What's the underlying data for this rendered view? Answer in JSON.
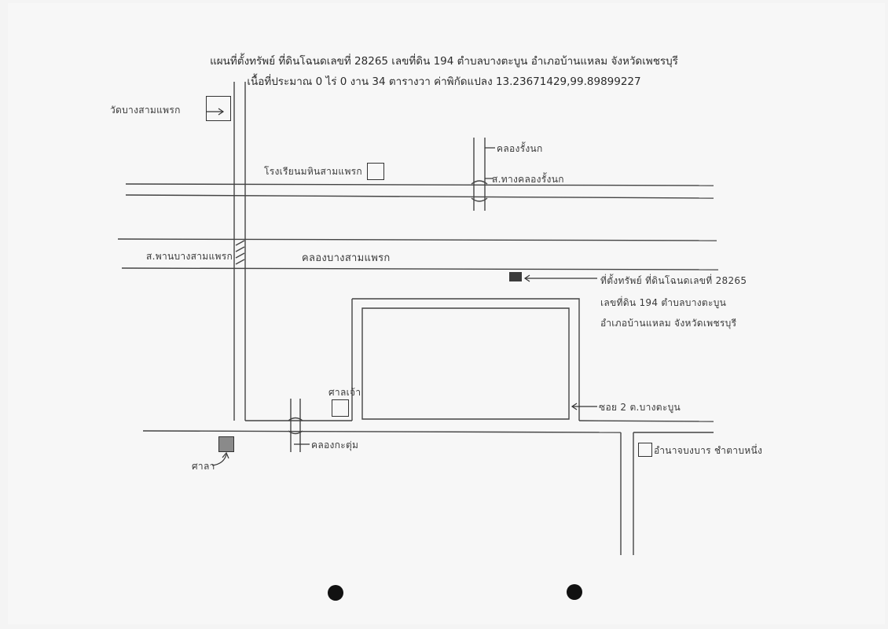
{
  "header": {
    "line1": "แผนที่ตั้งทรัพย์ ที่ดินโฉนดเลขที่ 28265 เลขที่ดิน 194 ตำบลบางตะบูน อำเภอบ้านแหลม จังหวัดเพชรบุรี",
    "line2": "เนื้อที่ประมาณ 0 ไร่ 0 งาน 34 ตารางวา ค่าพิกัดแปลง 13.23671429,99.89899227"
  },
  "labels": {
    "temple": "วัดบางสามแพรก",
    "school": "โรงเรียนมหินสามแพรก",
    "canal_north": "คลองรั้งนก",
    "station_north": "ส.ทางคลองรั้งนก",
    "station_west": "ส.พานบางสามแพรก",
    "canal_main": "คลองบางสามแพรก",
    "property_line1": "ที่ตั้งทรัพย์ ที่ดินโฉนดเลขที่ 28265",
    "property_line2": "เลขที่ดิน 194 ตำบลบางตะบูน",
    "property_line3": "อำเภอบ้านแหลม จังหวัดเพชรบุรี",
    "shrine": "ศาลเจ้า",
    "canal_south": "คลองกะตุ่ม",
    "pavilion": "ศาลา",
    "soi": "ซอย 2 ต.บางตะบูน",
    "subdistrict_office": "อำนาจบงบาร ชำตาบหนึ่ง"
  },
  "colors": {
    "ink": "#333333",
    "property_marker": "#3c3c3c",
    "paper": "#f7f7f7"
  }
}
